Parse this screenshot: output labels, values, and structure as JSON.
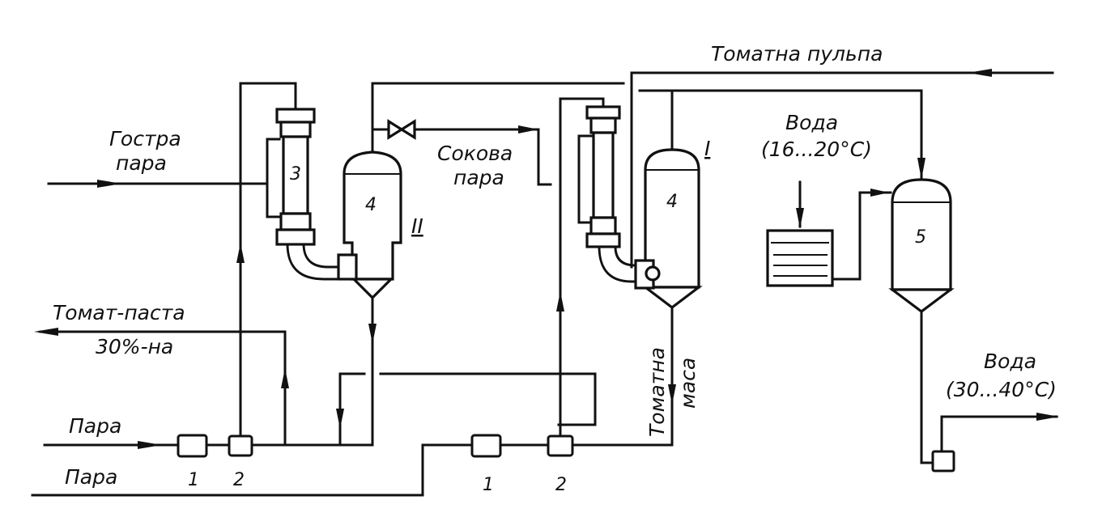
{
  "diagram": {
    "labels": {
      "tomato_pulp": "Томатна пульпа",
      "live_steam_1": "Гостра",
      "live_steam_2": "пара",
      "juice_steam_1": "Сокова",
      "juice_steam_2": "пара",
      "water_in_1": "Вода",
      "water_in_2": "(16...20°С)",
      "tomato_paste_1": "Томат-паста",
      "tomato_paste_2": "30%-на",
      "tomato_mass_1": "Томатна",
      "tomato_mass_2": "маса",
      "water_out_1": "Вода",
      "water_out_2": "(30...40°С)",
      "steam_top": "Пара",
      "steam_bottom": "Пара"
    },
    "stage_marks": {
      "stage_2": "II",
      "stage_1": "I"
    },
    "equipment": {
      "heater": "3",
      "evaporator_2": "4",
      "evaporator_1": "4",
      "condenser": "5",
      "pump_1a": "1",
      "pump_2a": "2",
      "pump_1b": "1",
      "pump_2b": "2"
    }
  }
}
